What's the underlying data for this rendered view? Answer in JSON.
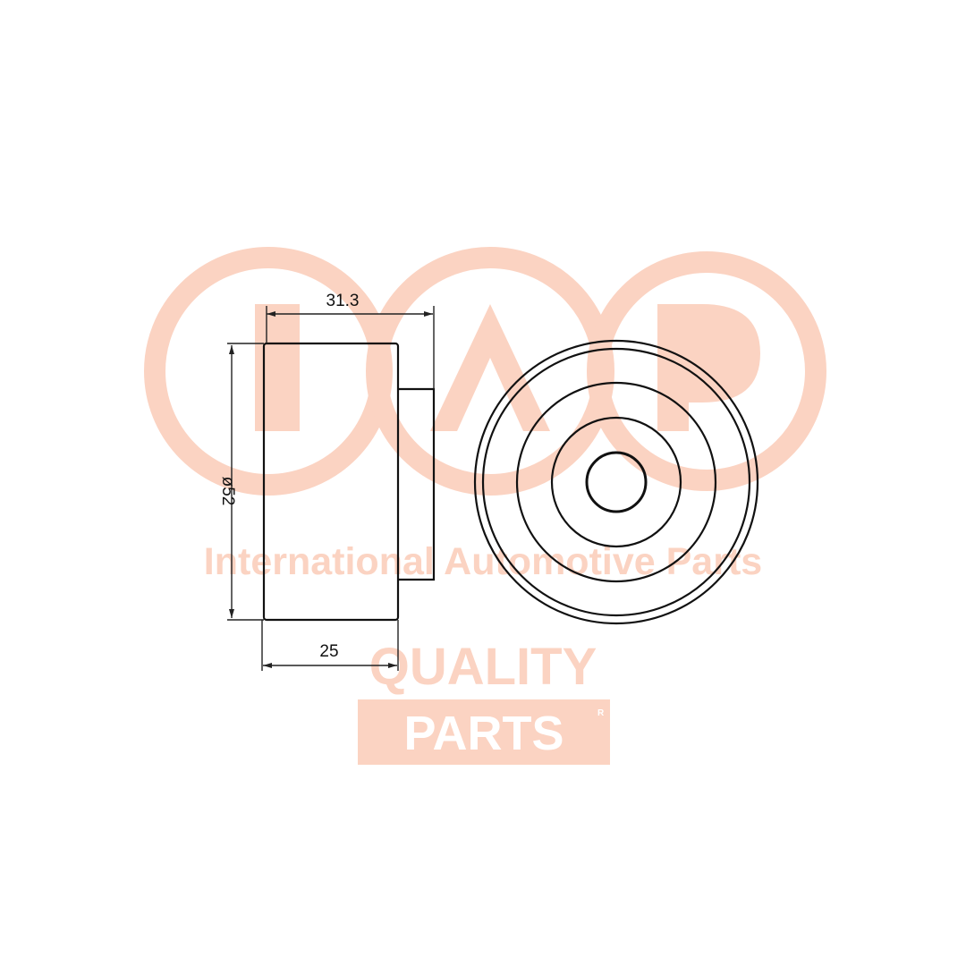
{
  "watermark": {
    "brand_line": "International Automotive Parts",
    "quality": "QUALITY",
    "parts": "PARTS",
    "registered_mark": "R",
    "color": "#fbd3c2"
  },
  "drawing": {
    "dimension_overall_width": "31.3",
    "dimension_diameter": "ø52",
    "dimension_body_width": "25"
  }
}
